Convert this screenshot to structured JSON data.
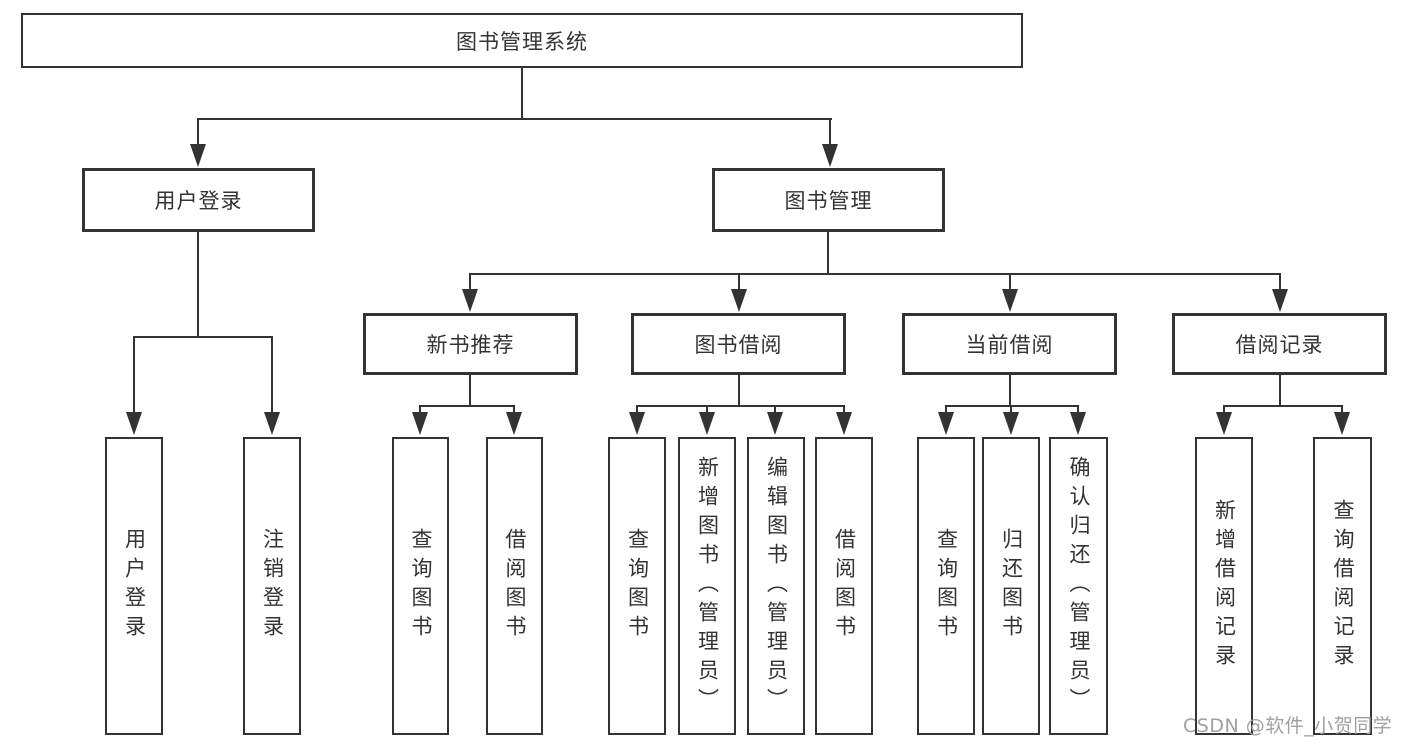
{
  "colors": {
    "line": "#333333",
    "box_border": "#333333",
    "text": "#333333",
    "background": "#ffffff",
    "watermark": "#a0a0a0"
  },
  "nodes": {
    "root": {
      "label": "图书管理系统"
    },
    "user_login": {
      "label": "用户登录"
    },
    "book_mgmt": {
      "label": "图书管理"
    },
    "new_book_rec": {
      "label": "新书推荐"
    },
    "book_borrow": {
      "label": "图书借阅"
    },
    "current_borrow": {
      "label": "当前借阅"
    },
    "borrow_record": {
      "label": "借阅记录"
    },
    "leaf_user_login": {
      "label": "用户登录"
    },
    "leaf_logout": {
      "label": "注销登录"
    },
    "leaf_nb_query": {
      "label": "查询图书"
    },
    "leaf_nb_borrow": {
      "label": "借阅图书"
    },
    "leaf_bb_query": {
      "label": "查询图书"
    },
    "leaf_bb_add": {
      "label": "新增图书（管理员）"
    },
    "leaf_bb_edit": {
      "label": "编辑图书（管理员）"
    },
    "leaf_bb_borrow": {
      "label": "借阅图书"
    },
    "leaf_cb_query": {
      "label": "查询图书"
    },
    "leaf_cb_return": {
      "label": "归还图书"
    },
    "leaf_cb_confirm": {
      "label": "确认归还（管理员）"
    },
    "leaf_br_add": {
      "label": "新增借阅记录"
    },
    "leaf_br_query": {
      "label": "查询借阅记录"
    }
  },
  "watermark": {
    "text": "CSDN @软件_小贺同学"
  }
}
